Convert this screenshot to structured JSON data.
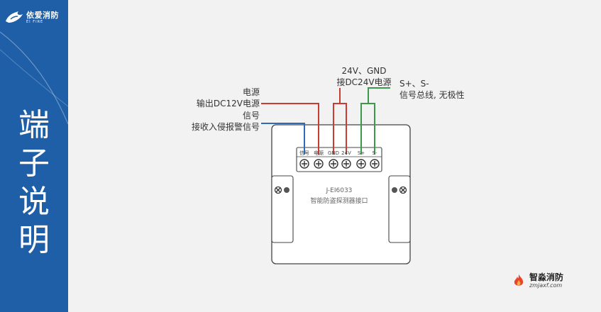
{
  "brand": {
    "name_cn": "依爱消防",
    "name_en": "EI FIRE"
  },
  "page_title_chars": [
    "端",
    "子",
    "说",
    "明"
  ],
  "callouts": {
    "top_center": {
      "line1": "24V、GND",
      "line2": "接DC24V电源"
    },
    "right": {
      "line1": "S+、S-",
      "line2": "信号总线, 无极性"
    },
    "left_power": {
      "line1": "电源",
      "line2": "输出DC12V电源"
    },
    "left_signal": {
      "line1": "信号",
      "line2": "接收入侵报警信号"
    }
  },
  "device": {
    "model": "J-EI6033",
    "name": "智能防盗探测器接口",
    "terminals": [
      "信号",
      "电源",
      "GND",
      "24V",
      "S+",
      "S-"
    ]
  },
  "wire_colors": {
    "signal": "#2f6db3",
    "power": "#c93b33",
    "bus": "#3a9a4a"
  },
  "watermark": {
    "name_cn": "智淼消防",
    "url": "zmjaxf.com"
  },
  "colors": {
    "sidebar": "#1f5fa8",
    "background": "#f2f2f2"
  }
}
